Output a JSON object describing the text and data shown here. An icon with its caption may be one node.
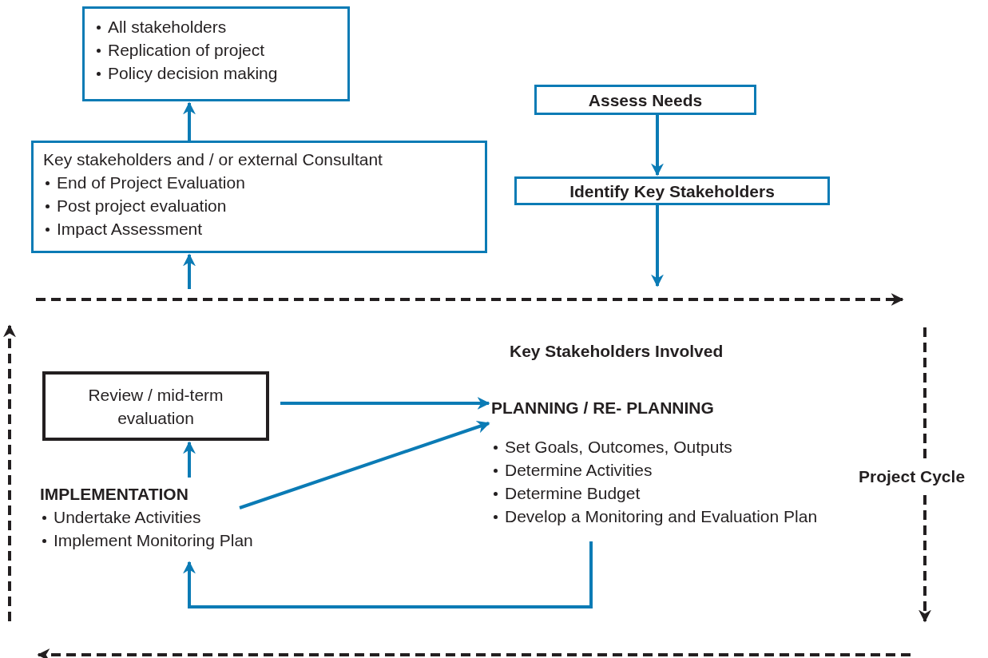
{
  "diagram": {
    "nodes": [
      {
        "text": [
          "All stakeholders",
          "Replication of project",
          "Policy decision making"
        ]
      },
      {
        "text": [
          "Key stakeholders and / or external Consultant",
          "End of Project Evaluation",
          "Post project evaluation",
          "Impact Assessment"
        ]
      },
      {
        "text": [
          "Assess Needs"
        ]
      },
      {
        "text": [
          "Identify Key Stakeholders"
        ]
      },
      {
        "text": [
          "Review / mid-term evaluation"
        ]
      },
      {
        "text": [
          "IMPLEMENTATION",
          "Undertake Activities",
          "Implement Monitoring Plan"
        ]
      },
      {
        "text": [
          "PLANNING / RE- PLANNING",
          "Set Goals, Outcomes, Outputs",
          "Determine Activities",
          "Determine Budget",
          "Develop a Monitoring and Evaluation Plan"
        ]
      }
    ],
    "edges": [
      {
        "from": 1,
        "to": 0,
        "arrow": "to"
      },
      {
        "from": null,
        "to": 1,
        "arrow": "to"
      },
      {
        "from": 2,
        "to": 3,
        "arrow": "to"
      },
      {
        "from": 3,
        "to": null,
        "arrow": "to"
      },
      {
        "from": 4,
        "to": 6,
        "arrow": "to"
      },
      {
        "from": 5,
        "to": 4,
        "arrow": "to"
      },
      {
        "from": 5,
        "to": 6,
        "arrow": "to"
      },
      {
        "from": 6,
        "to": 5,
        "arrow": "to"
      }
    ],
    "labels": [
      "Key Stakeholders Involved",
      "Project Cycle"
    ]
  }
}
